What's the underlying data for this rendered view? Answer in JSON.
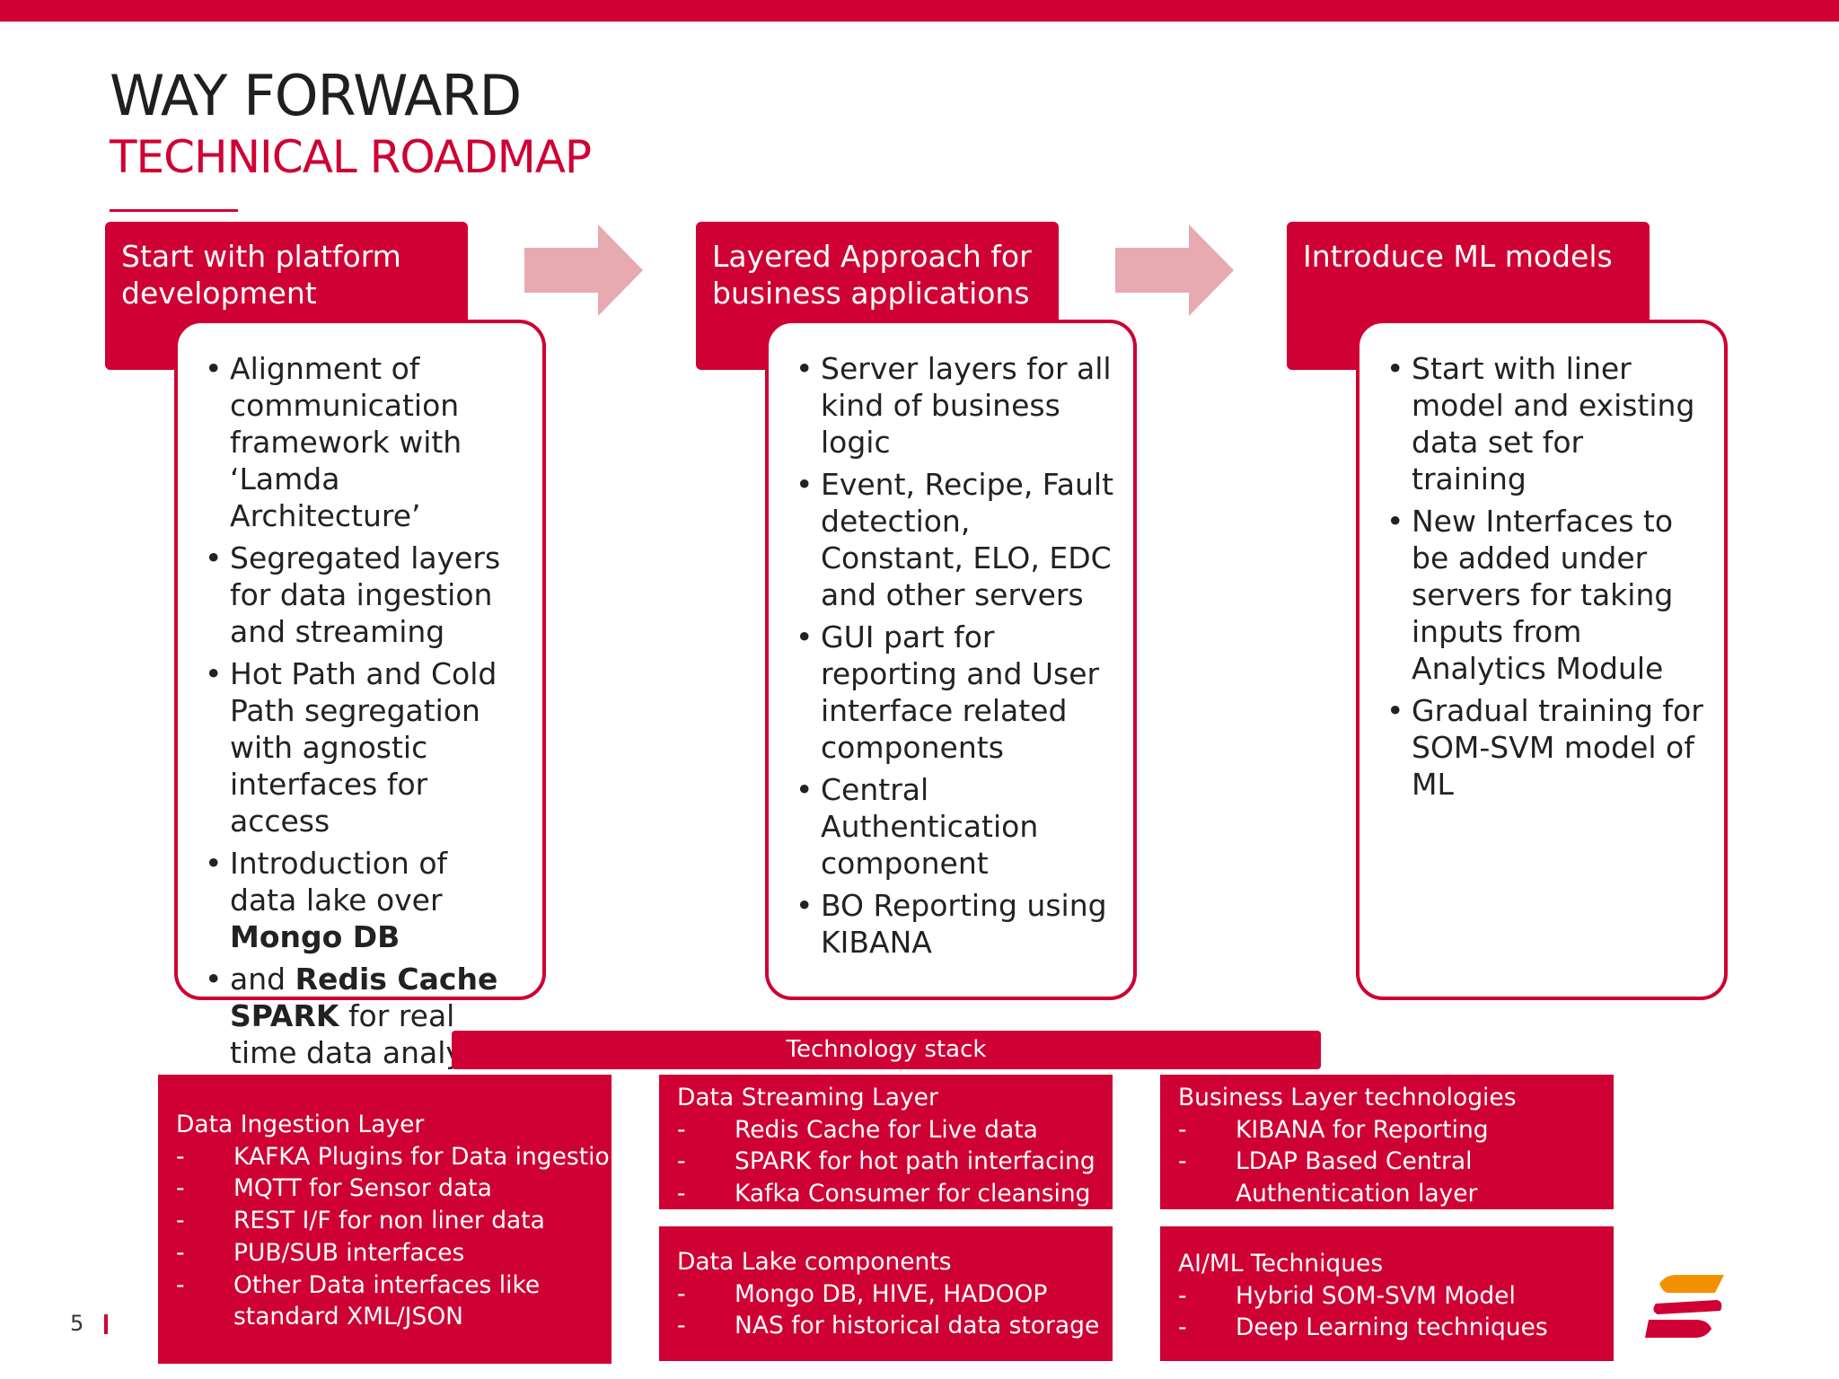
{
  "header": {
    "title": "WAY FORWARD",
    "subtitle": "TECHNICAL ROADMAP"
  },
  "steps": [
    {
      "title": "Start with platform development",
      "bullets": [
        [
          {
            "t": "Alignment of communication framework with ‘Lamda Architecture’"
          }
        ],
        [
          {
            "t": "Segregated layers for data ingestion and streaming"
          }
        ],
        [
          {
            "t": "Hot Path and Cold Path segregation with agnostic interfaces for access"
          }
        ],
        [
          {
            "t": "Introduction of data lake over "
          },
          {
            "t": "Mongo DB",
            "b": true
          }
        ],
        [
          {
            "t": "and "
          },
          {
            "t": "Redis Cache",
            "b": true
          },
          {
            "t": " "
          },
          {
            "t": "SPARK",
            "b": true
          },
          {
            "t": " for real time data analytics"
          }
        ]
      ]
    },
    {
      "title": "Layered Approach for business applications",
      "bullets": [
        [
          {
            "t": "Server layers for all kind of business logic"
          }
        ],
        [
          {
            "t": "Event, Recipe, Fault detection, Constant, ELO, EDC and other servers"
          }
        ],
        [
          {
            "t": "GUI part for reporting and User interface related components"
          }
        ],
        [
          {
            "t": "Central Authentication component"
          }
        ],
        [
          {
            "t": "BO Reporting using KIBANA"
          }
        ]
      ]
    },
    {
      "title": "Introduce ML models",
      "bullets": [
        [
          {
            "t": "Start with liner model and existing data set for training"
          }
        ],
        [
          {
            "t": "New Interfaces to be added under servers for taking inputs from Analytics Module"
          }
        ],
        [
          {
            "t": "Gradual training for SOM-SVM model of ML"
          }
        ]
      ]
    }
  ],
  "tech_stack": {
    "label": "Technology stack",
    "boxes": [
      {
        "title": "Data Ingestion Layer",
        "items": [
          "KAFKA Plugins for Data ingestion",
          "MQTT for Sensor data",
          "REST I/F for non liner data",
          "PUB/SUB interfaces",
          "Other Data interfaces like",
          "standard XML/JSON"
        ],
        "dashes": [
          true,
          true,
          true,
          true,
          true,
          false
        ]
      },
      {
        "title": "Data Streaming Layer",
        "items": [
          "Redis Cache for Live data",
          "SPARK for hot path interfacing",
          "Kafka Consumer for cleansing"
        ],
        "dashes": [
          true,
          true,
          true
        ]
      },
      {
        "title": "Business Layer technologies",
        "items": [
          "KIBANA for Reporting",
          "LDAP Based Central",
          "Authentication layer"
        ],
        "dashes": [
          true,
          true,
          false
        ]
      },
      {
        "title": "Data Lake components",
        "items": [
          "Mongo DB, HIVE, HADOOP",
          "NAS for historical data storage"
        ],
        "dashes": [
          true,
          true
        ]
      },
      {
        "title": "AI/ML Techniques",
        "items": [
          "Hybrid SOM-SVM Model",
          "Deep Learning techniques"
        ],
        "dashes": [
          true,
          true
        ]
      }
    ]
  },
  "footer": {
    "page_number": "5"
  },
  "colors": {
    "accent": "#cf0033",
    "arrow": "#e6aab0",
    "logo_orange": "#f39200"
  },
  "icons": [
    "right-arrow-icon",
    "company-logo-icon"
  ]
}
